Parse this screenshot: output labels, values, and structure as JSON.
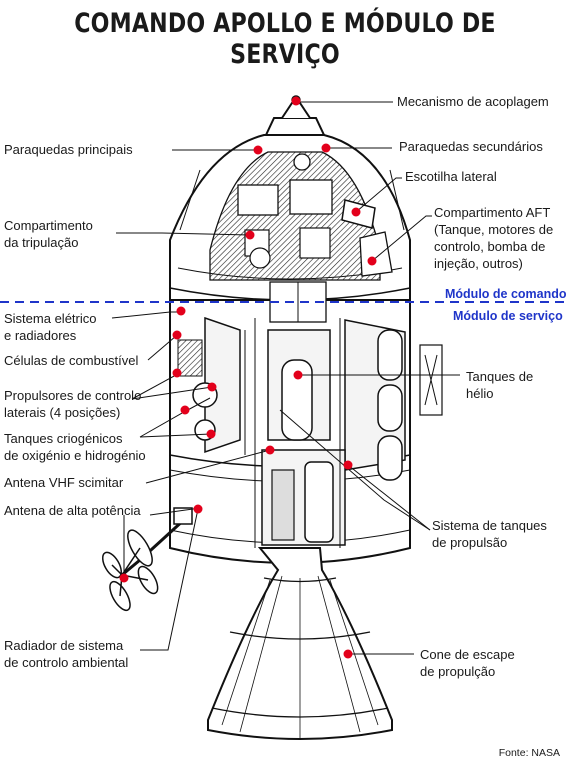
{
  "title": "COMANDO APOLLO E MÓDULO DE SERVIÇO",
  "divider": {
    "command_module_label": "Módulo de comando",
    "service_module_label": "Módulo de serviço",
    "color": "#1f35c9"
  },
  "marker_color": "#e3001b",
  "labels": {
    "docking": "Mecanismo de acoplagem",
    "main_chutes": "Paraquedas principais",
    "secondary_chutes": "Paraquedas secundários",
    "side_hatch": "Escotilha lateral",
    "crew_l1": "Compartimento",
    "crew_l2": "da tripulação",
    "aft_l1": "Compartimento AFT",
    "aft_l2": "(Tanque, motores de",
    "aft_l3": "controlo, bomba de",
    "aft_l4": "injeção, outros)",
    "electrical_l1": "Sistema elétrico",
    "electrical_l2": "e radiadores",
    "fuel_cells": "Células de combustível",
    "rcs_l1": "Propulsores de controlo",
    "rcs_l2": "laterais (4 posições)",
    "cryo_l1": "Tanques criogénicos",
    "cryo_l2": "de oxigénio e hidrogénio",
    "vhf": "Antena VHF scimitar",
    "hga": "Antena de alta potência",
    "radiator_l1": "Radiador de sistema",
    "radiator_l2": "de controlo ambiental",
    "helium_l1": "Tanques de",
    "helium_l2": "hélio",
    "propellant_l1": "Sistema de tanques",
    "propellant_l2": "de propulsão",
    "nozzle_l1": "Cone de escape",
    "nozzle_l2": "de propulção"
  },
  "source": "Fonte: NASA"
}
